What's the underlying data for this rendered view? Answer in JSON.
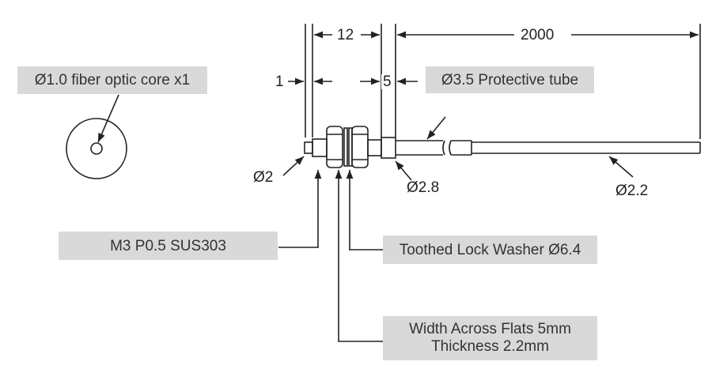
{
  "callouts": {
    "core": "Ø1.0 fiber optic core x1",
    "tube": "Ø3.5 Protective tube",
    "thread": "M3 P0.5 SUS303",
    "washer": "Toothed Lock Washer Ø6.4",
    "nut_line1": "Width Across Flats 5mm",
    "nut_line2": "Thickness 2.2mm"
  },
  "dimensions": {
    "d_12": "12",
    "d_2000": "2000",
    "d_1": "1",
    "d_5": "5",
    "dia_2": "Ø2",
    "dia_2_8": "Ø2.8",
    "dia_2_2": "Ø2.2"
  },
  "colors": {
    "label_bg": "#d9d9d9",
    "line": "#222222"
  }
}
